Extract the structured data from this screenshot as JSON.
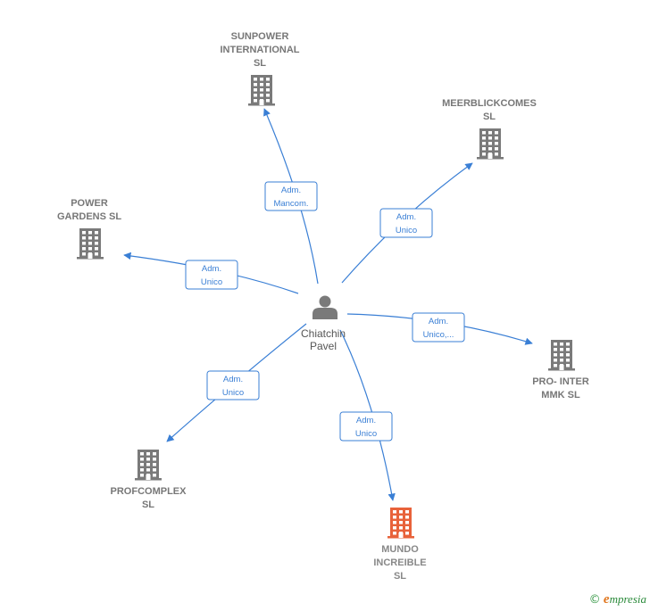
{
  "center": {
    "name_lines": [
      "Chiatchin",
      "Pavel"
    ],
    "icon": "person-icon"
  },
  "companies": [
    {
      "id": "sunpower",
      "name_lines": [
        "SUNPOWER",
        "INTERNATIONAL",
        "SL"
      ],
      "icon": "building-icon",
      "highlight": false
    },
    {
      "id": "meerblick",
      "name_lines": [
        "MEERBLICKCOMES",
        "SL"
      ],
      "icon": "building-icon",
      "highlight": false
    },
    {
      "id": "power-gardens",
      "name_lines": [
        "POWER",
        "GARDENS  SL"
      ],
      "icon": "building-icon",
      "highlight": false
    },
    {
      "id": "pro-inter",
      "name_lines": [
        "PRO- INTER",
        "MMK  SL"
      ],
      "icon": "building-icon",
      "highlight": false
    },
    {
      "id": "profcomplex",
      "name_lines": [
        "PROFCOMPLEX",
        "SL"
      ],
      "icon": "building-icon",
      "highlight": false
    },
    {
      "id": "mundo",
      "name_lines": [
        "MUNDO",
        "INCREIBLE",
        "SL"
      ],
      "icon": "building-icon",
      "highlight": true
    }
  ],
  "edges": [
    {
      "to": "sunpower",
      "label_lines": [
        "Adm.",
        "Mancom."
      ]
    },
    {
      "to": "meerblick",
      "label_lines": [
        "Adm.",
        "Unico"
      ]
    },
    {
      "to": "power-gardens",
      "label_lines": [
        "Adm.",
        "Unico"
      ]
    },
    {
      "to": "pro-inter",
      "label_lines": [
        "Adm.",
        "Unico,..."
      ]
    },
    {
      "to": "profcomplex",
      "label_lines": [
        "Adm.",
        "Unico"
      ]
    },
    {
      "to": "mundo",
      "label_lines": [
        "Adm.",
        "Unico"
      ]
    }
  ],
  "colors": {
    "edge": "#3a7fd5",
    "building": "#7a7a7a",
    "building_highlight": "#e8623a",
    "person": "#7a7a7a"
  },
  "footer": {
    "copyright": "©",
    "brand_initial": "e",
    "brand_rest": "mpresia"
  }
}
